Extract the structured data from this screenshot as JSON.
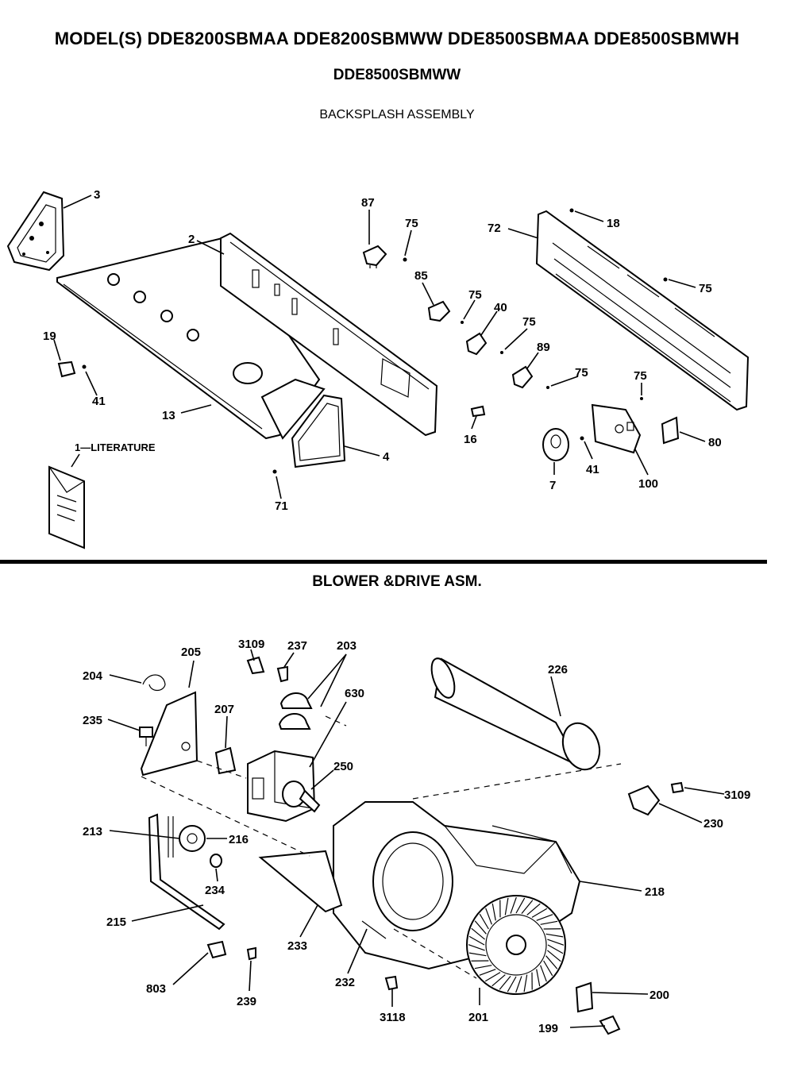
{
  "header": {
    "models_line1": "MODEL(S) DDE8200SBMAA  DDE8200SBMWW  DDE8500SBMAA  DDE8500SBMWH",
    "models_line2": "DDE8500SBMWW",
    "section1_title": "BACKSPLASH ASSEMBLY",
    "section2_title": "BLOWER &DRIVE ASM."
  },
  "backsplash_labels": [
    "3",
    "2",
    "87",
    "75",
    "72",
    "18",
    "75",
    "85",
    "75",
    "40",
    "75",
    "89",
    "75",
    "19",
    "41",
    "13",
    "16",
    "75",
    "100",
    "80",
    "7",
    "41",
    "4",
    "71",
    "1—LITERATURE"
  ],
  "blower_labels": [
    "3109",
    "237",
    "203",
    "205",
    "204",
    "226",
    "630",
    "235",
    "207",
    "250",
    "3109",
    "230",
    "213",
    "216",
    "234",
    "218",
    "215",
    "233",
    "232",
    "200",
    "803",
    "239",
    "3118",
    "201",
    "199"
  ]
}
